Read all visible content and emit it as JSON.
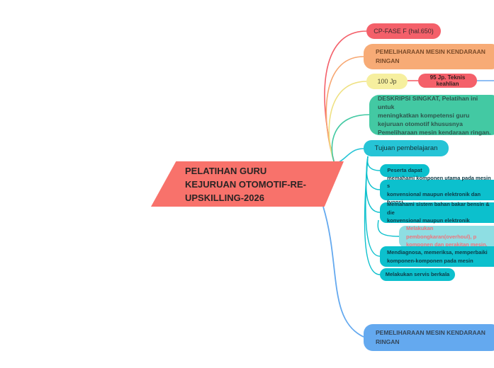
{
  "app": {
    "type": "mind-map",
    "background": "#ffffff"
  },
  "central_topic": {
    "label": "PELATIHAN GURU\nKEJURUAN OTOMOTIF-RE-\nUPSKILLING-2026",
    "fill": "#f8726b",
    "text_color": "#2b2424",
    "shape": "parallelogram"
  },
  "branches": {
    "cp_fase": {
      "label": "CP-FASE F (hal.650)",
      "fill": "#f4606a"
    },
    "pemeliharaan_top": {
      "label": "PEMELIHARAAN MESIN KENDARAAN\nRINGAN",
      "fill": "#f7ab76"
    },
    "jp_100": {
      "label": "100 Jp",
      "fill": "#f6ef9f",
      "children": {
        "jp_95": {
          "label": "95 Jp. Teknis keahlian",
          "fill": "#f4606a",
          "has_hidden_child_link": "blue line to image edge"
        }
      }
    },
    "deskripsi": {
      "label": "DESKRIPSI SINGKAT, Pelatihan ini untuk\nmeningkatkan kompetensi guru\nkejuruan otomotif khususnya\nPemeliharaan mesin kendaraan ringan.",
      "fill": "#43c9a3"
    },
    "tujuan": {
      "label": "Tujuan pembelajaran",
      "fill": "#26c4d6",
      "child_fill": "#0cc0cd",
      "children": {
        "peserta": {
          "label": "Peserta dapat"
        },
        "memahami_komponen": {
          "label": "memahami komponen utama pada mesin s\nkonvensional maupun elektronik dan fungsi"
        },
        "memahami_sistem": {
          "label": "Memahami sistem bahan bakar bensin & die\nkonvensional maupun elektronik",
          "children": {
            "melakukan_overhoul": {
              "label": "Melakukan pembongkaran(overhoul), p\nkomponen dan perakitan mesin.",
              "fill": "#8edee3",
              "text_color": "#f0737c"
            }
          }
        },
        "mendiagnosa": {
          "label": "Mendiagnosa, memeriksa, memperbaiki\nkomponen-komponen pada mesin"
        },
        "servis": {
          "label": "Melakukan servis berkala"
        }
      }
    },
    "pemeliharaan_bottom": {
      "label": "PEMELIHARAAN MESIN KENDARAAN\nRINGAN",
      "fill": "#64a9ef"
    }
  },
  "connector_colors": {
    "cp_fase": "#f4606a",
    "pemeliharaan_top": "#f7a670",
    "jp_100": "#efe183",
    "jp_95_link": "#f4606a",
    "jp_95_out_link": "#6aa9f0",
    "deskripsi": "#43c9a3",
    "tujuan": "#26c4d6",
    "tujuan_children": "#0cc0cd",
    "pemeliharaan_bottom": "#64a9ef"
  }
}
